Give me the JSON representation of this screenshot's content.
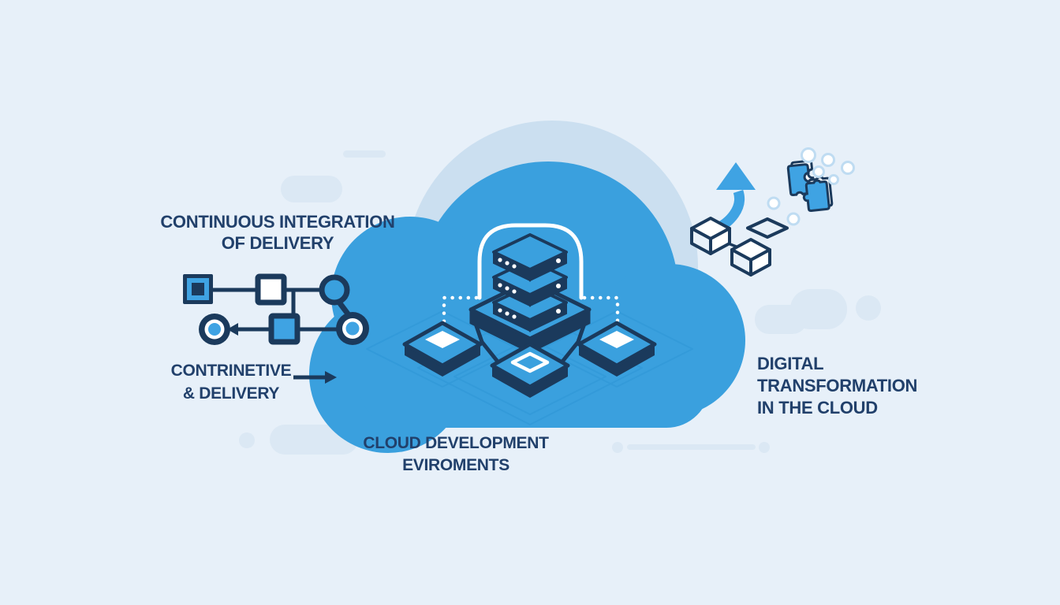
{
  "colors": {
    "background": "#E7F0F9",
    "decor": "#DBE8F4",
    "halo": "#CBDFF0",
    "cloud-blue": "#3AA0DE",
    "bright-blue": "#3FA3E3",
    "navy": "#1B3A5C",
    "text-navy": "#21406B",
    "bubble-stroke": "#BFDCF2",
    "white": "#FFFFFF",
    "pattern-line": "#2B93D4",
    "cube-shade": "#E8F1FA"
  },
  "headings": {
    "continuous": {
      "line1": "CONTINUOUS INTEGRATION",
      "line2": "OF DELIVERY"
    },
    "contrinetive": {
      "line1": "CONTRINETIVE",
      "line2": "& DELIVERY"
    },
    "cloud_dev": {
      "line1": "CLOUD DEVELOPMENT",
      "line2": "EVIROMENTS"
    },
    "digital": {
      "line1": "DIGITAL",
      "line2": "TRANSFORMATION",
      "line3": "IN THE CLOUD"
    }
  },
  "icons": {
    "cloud": "cloud-icon",
    "server_stack": "server-stack-icon",
    "pipeline": "ci-cd-pipeline-icon",
    "up_arrow": "up-arrow-icon",
    "right_arrow": "right-arrow-icon",
    "cubes": "linked-cubes-icon",
    "puzzle": "puzzle-pieces-icon",
    "node_tiles": "node-tile-icon"
  }
}
